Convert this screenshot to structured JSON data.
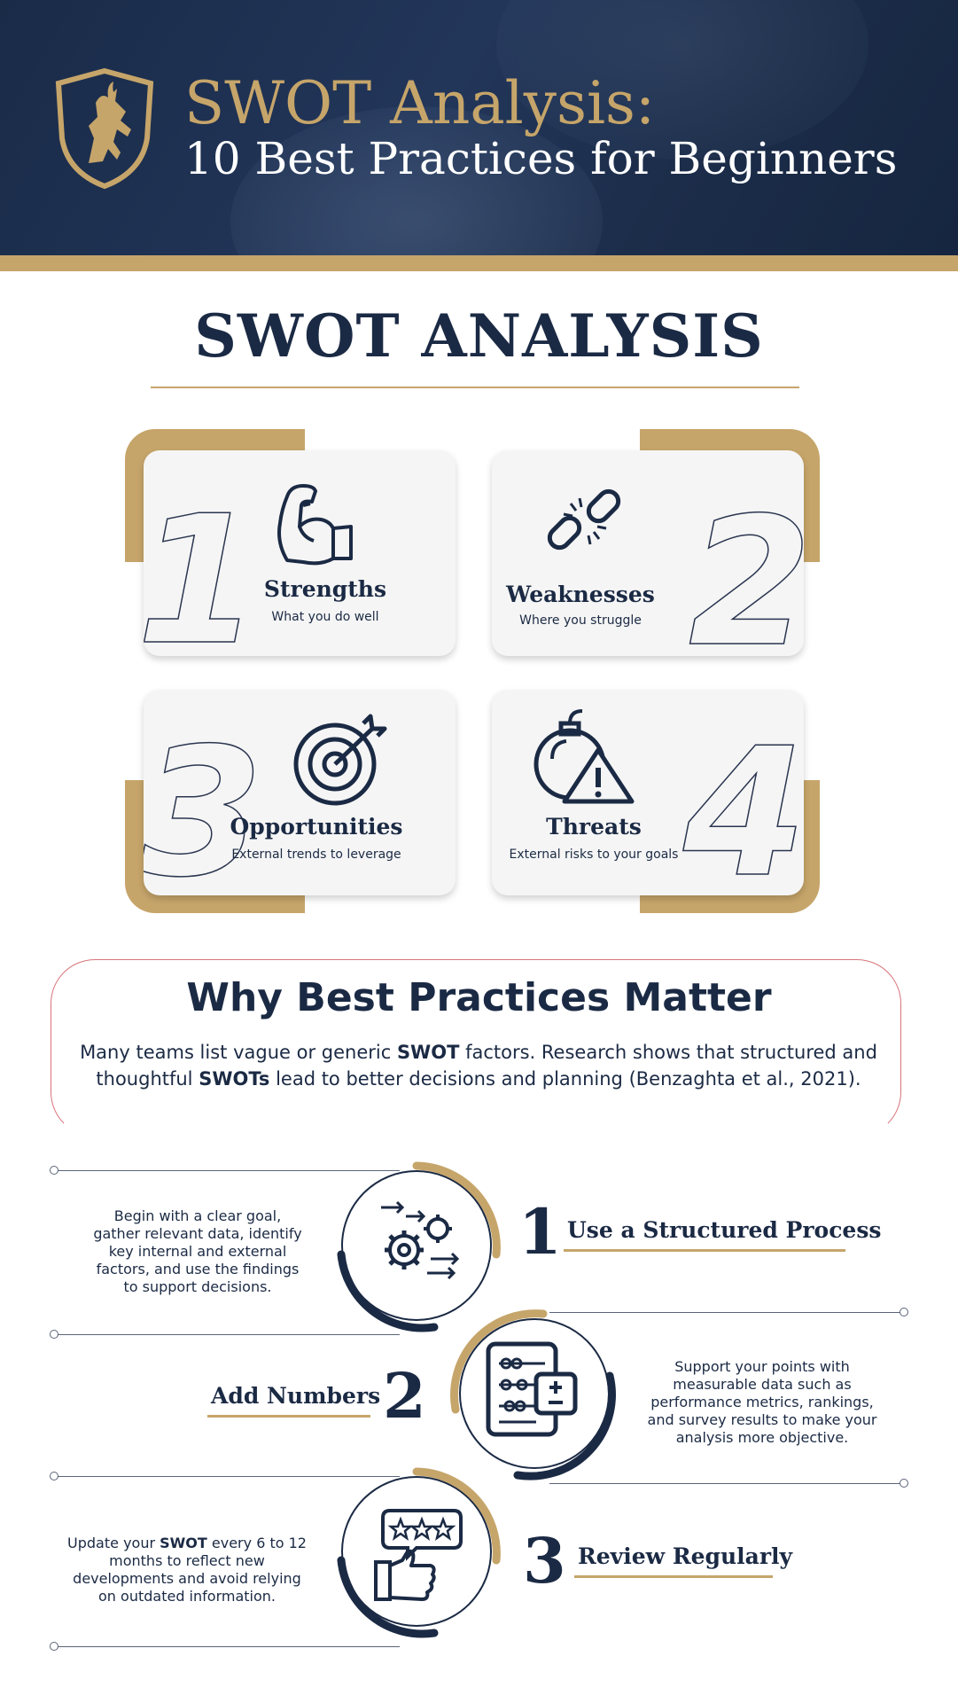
{
  "header": {
    "title_line1": "SWOT Analysis:",
    "title_line2": "10 Best Practices for Beginners",
    "logo_icon": "goat-shield-icon"
  },
  "main_title": "SWOT ANALYSIS",
  "swot": [
    {
      "number": "1",
      "title": "Strengths",
      "subtitle": "What you do well",
      "icon": "flexed-arm-icon"
    },
    {
      "number": "2",
      "title": "Weaknesses",
      "subtitle": "Where you struggle",
      "icon": "broken-chain-icon"
    },
    {
      "number": "3",
      "title": "Opportunities",
      "subtitle": "External trends to leverage",
      "icon": "target-icon"
    },
    {
      "number": "4",
      "title": "Threats",
      "subtitle": "External risks to your goals",
      "icon": "bomb-warning-icon"
    }
  ],
  "why": {
    "title": "Why Best Practices Matter",
    "p1": "Many teams list vague or generic ",
    "b1": "SWOT",
    "p2": " factors. Research shows that structured and thoughtful ",
    "b2": "SWOTs",
    "p3": " lead to better decisions and planning (Benzaghta et al., 2021)."
  },
  "steps": [
    {
      "number": "1",
      "label": "Use a Structured Process",
      "icon": "gears-process-icon",
      "description": "Begin with a clear goal, gather relevant data, identify key internal and external factors, and use the findings to support decisions."
    },
    {
      "number": "2",
      "label": "Add Numbers",
      "icon": "abacus-calculator-icon",
      "description": "Support your points with measurable data such as performance metrics, rankings, and survey results to make your analysis more objective."
    },
    {
      "number": "3",
      "label": "Review Regularly",
      "icon": "thumbs-up-rating-icon",
      "desc_before": "Update your ",
      "desc_bold": "SWOT",
      "desc_after": " every 6 to 12 months to reflect new developments and avoid relying on outdated information."
    }
  ],
  "colors": {
    "navy": "#1b2a44",
    "gold": "#c6a56a",
    "card": "#f5f5f5"
  }
}
